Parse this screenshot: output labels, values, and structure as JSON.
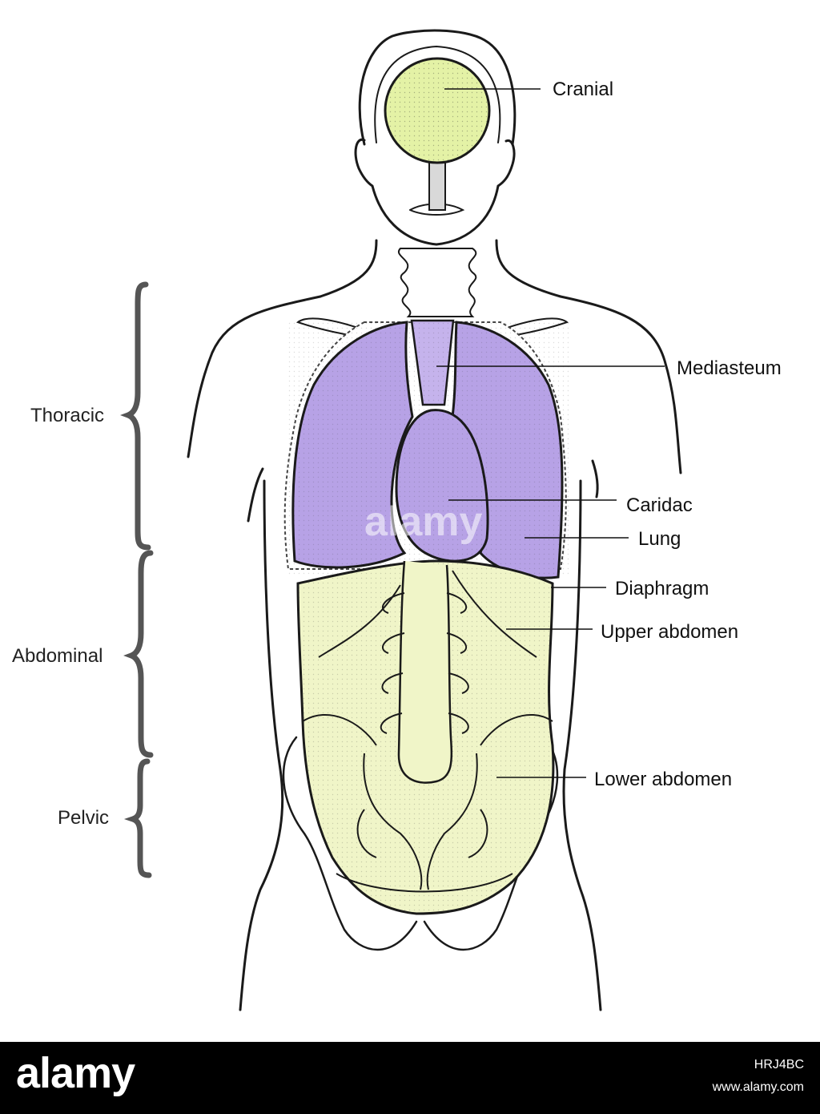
{
  "colors": {
    "cranial_fill": "#E4F2A6",
    "thoracic_fill": "#B7A2E6",
    "abdominal_fill": "#F0F5C8",
    "outline": "#1a1a1a",
    "bracket": "#555555"
  },
  "labels": {
    "cranial": "Cranial",
    "mediasteum": "Mediasteum",
    "caridac": "Caridac",
    "lung": "Lung",
    "diaphragm": "Diaphragm",
    "upper_abdomen": "Upper abdomen",
    "lower_abdomen": "Lower abdomen"
  },
  "regions": {
    "thoracic": "Thoracic",
    "abdominal": "Abdominal",
    "pelvic": "Pelvic"
  },
  "watermark": "alamy",
  "footer": {
    "brand": "alamy",
    "image_id": "HRJ4BC",
    "site": "www.alamy.com"
  }
}
